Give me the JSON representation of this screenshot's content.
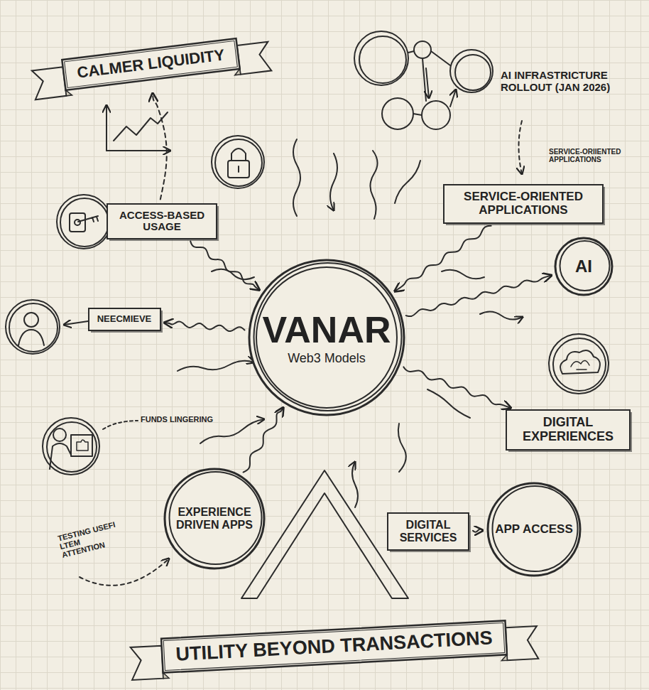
{
  "diagram": {
    "nodes": [
      {
        "text": [
          "CALMER LIQUIDITY"
        ]
      },
      {
        "text": [
          "ACCESS-BASED USAGE"
        ]
      },
      {
        "text": [
          "SERVICE-ORIENTED APPLICATIONS"
        ]
      },
      {
        "text": [
          "AI"
        ]
      },
      {
        "text": [
          "NEECMIEVE"
        ]
      },
      {
        "text": [
          "VANAR",
          "Web3 Models"
        ]
      },
      {
        "text": [
          "DIGITAL EXPERIENCES"
        ]
      },
      {
        "text": [
          "EXPERIENCE DRIVEN APPS"
        ]
      },
      {
        "text": [
          "DIGITAL SERVICES"
        ]
      },
      {
        "text": [
          "APP ACCESS"
        ]
      },
      {
        "text": [
          "UTILITY BEYOND TRANSACTIONS"
        ]
      }
    ],
    "edges": [
      {
        "from": 1,
        "to": 0,
        "arrow": "to"
      },
      {
        "from": 1,
        "to": 5,
        "arrow": "to"
      },
      {
        "from": 2,
        "to": 5,
        "arrow": "to"
      },
      {
        "from": 5,
        "to": 3,
        "arrow": "to"
      },
      {
        "from": 5,
        "to": 4,
        "arrow": "to"
      },
      {
        "from": 5,
        "to": 6,
        "arrow": "to"
      },
      {
        "from": 7,
        "to": 5,
        "arrow": "to"
      },
      {
        "from": 8,
        "to": 9,
        "arrow": "to"
      }
    ],
    "labels": [
      "AI INFRASTRICTURE ROLLOUT (JAN 2026)",
      "SERVICE-ORIIENTED APPLICATIONS",
      "FUNDS LINGERING",
      "TESTING USEFI LTEM ATTENTION"
    ]
  }
}
